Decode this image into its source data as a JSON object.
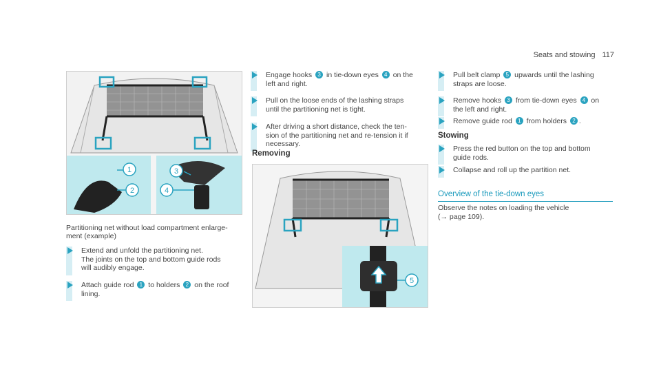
{
  "header": {
    "section": "Seats and stowing",
    "page_number": "117"
  },
  "figure1": {
    "callouts": [
      "1",
      "2",
      "3",
      "4"
    ]
  },
  "caption": {
    "line1": "Partitioning net without load compartment enlarge-",
    "line2": "ment (example)"
  },
  "col1_steps": [
    {
      "lines": [
        "Extend and unfold the partitioning net.",
        "The joints on the top and bottom guide rods",
        "will audibly engage."
      ]
    },
    {
      "parts": [
        "Attach guide rod ",
        "1",
        " to holders ",
        "2",
        " on the roof"
      ],
      "line2": "lining."
    }
  ],
  "col2_steps": [
    {
      "parts": [
        "Engage hooks ",
        "3",
        " in tie-down eyes ",
        "4",
        " on the"
      ],
      "line2": "left and right."
    },
    {
      "lines": [
        "Pull on the loose ends of the lashing straps",
        "until the partitioning net is tight."
      ]
    },
    {
      "lines": [
        "After driving a short distance, check the ten-",
        "sion of the partitioning net and re-tension it if",
        "necessary."
      ]
    }
  ],
  "removing": {
    "heading": "Removing"
  },
  "figure2": {
    "callouts": [
      "5"
    ]
  },
  "col3_steps": [
    {
      "parts": [
        "Pull belt clamp ",
        "5",
        " upwards until the lashing"
      ],
      "line2": "straps are loose."
    },
    {
      "parts": [
        "Remove hooks ",
        "3",
        " from tie-down eyes ",
        "4",
        " on"
      ],
      "line2": "the left and right."
    },
    {
      "parts": [
        "Remove guide rod ",
        "1",
        " from holders ",
        "2",
        "."
      ]
    }
  ],
  "stowing": {
    "heading": "Stowing",
    "steps": [
      {
        "lines": [
          "Press the red button on the top and bottom",
          "guide rods."
        ]
      },
      {
        "lines": [
          "Collapse and roll up the partition net."
        ]
      }
    ]
  },
  "overview": {
    "heading": "Overview of the tie-down eyes",
    "note_line1": "Observe the notes on loading the vehicle",
    "note_line2": "(→ page 109)."
  }
}
